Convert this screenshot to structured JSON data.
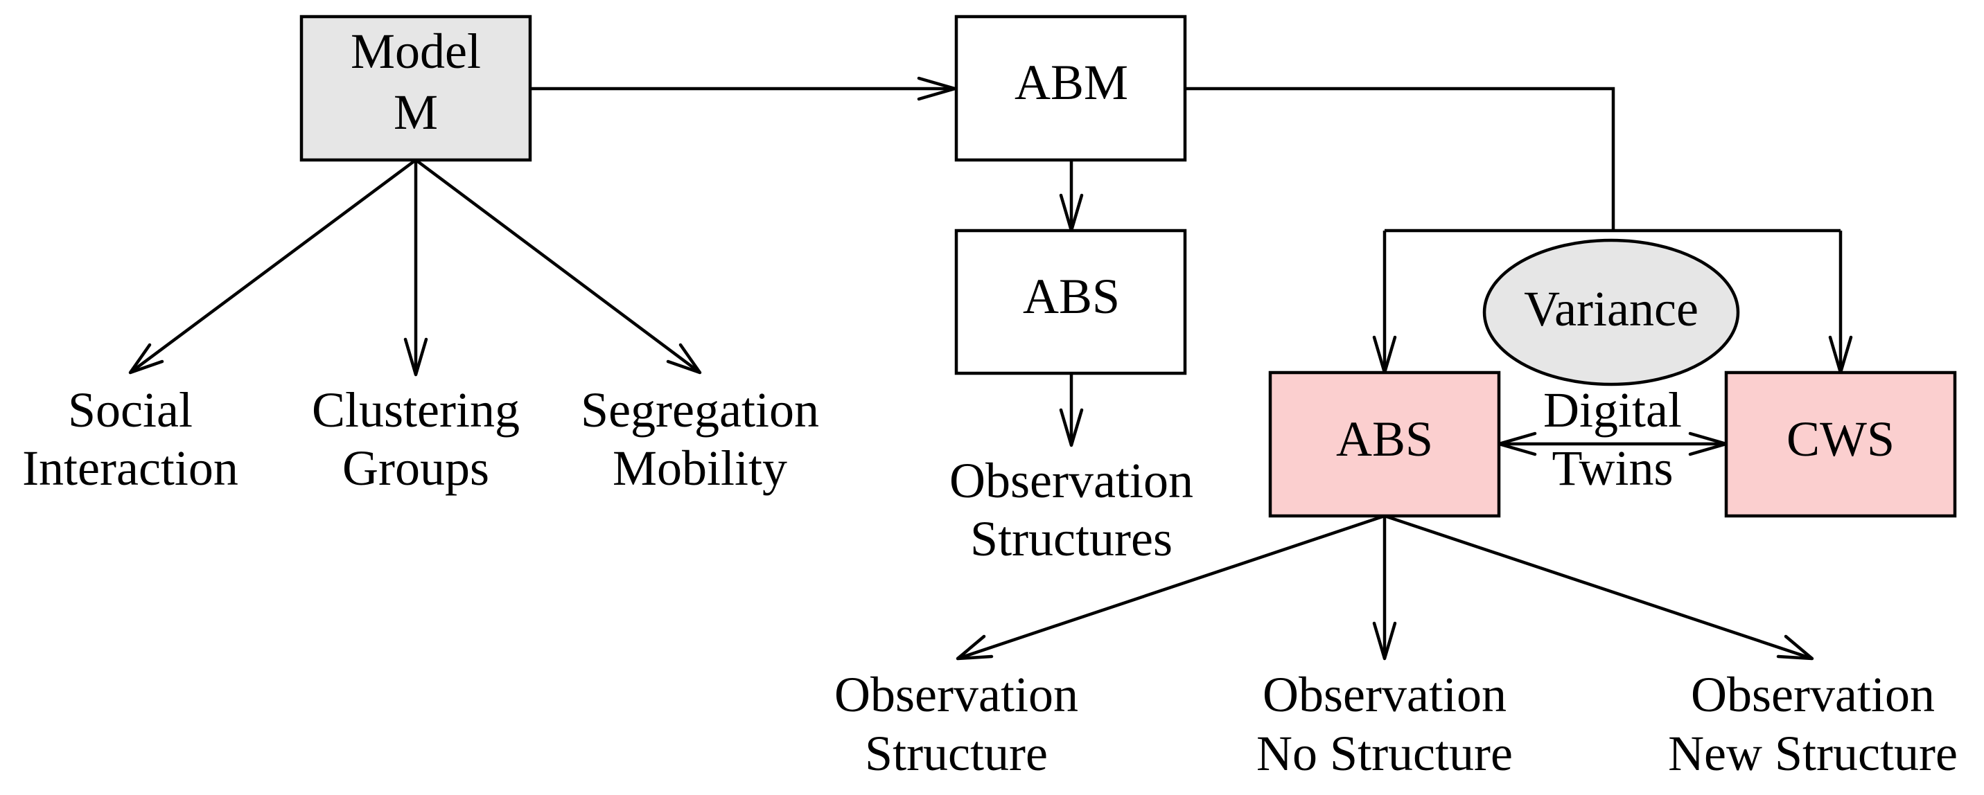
{
  "colors": {
    "model_fill": "#e6e6e6",
    "variance_fill": "#e6e6e6",
    "twin_fill": "#fbcfcf",
    "plain_fill": "#ffffff",
    "stroke": "#000000"
  },
  "model": {
    "line1": "Model",
    "line2": "M"
  },
  "model_outputs": [
    {
      "line1": "Social",
      "line2": "Interaction"
    },
    {
      "line1": "Clustering",
      "line2": "Groups"
    },
    {
      "line1": "Segregation",
      "line2": "Mobility"
    }
  ],
  "abm": {
    "label": "ABM"
  },
  "abs_main": {
    "label": "ABS"
  },
  "abs_main_output": {
    "line1": "Observation",
    "line2": "Structures"
  },
  "variance": {
    "label": "Variance"
  },
  "abs_twin": {
    "label": "ABS"
  },
  "cws_twin": {
    "label": "CWS"
  },
  "twin_link": {
    "line1": "Digital",
    "line2": "Twins"
  },
  "twin_outputs": [
    {
      "line1": "Observation",
      "line2": "Structure"
    },
    {
      "line1": "Observation",
      "line2": "No Structure"
    },
    {
      "line1": "Observation",
      "line2": "New Structure"
    }
  ]
}
